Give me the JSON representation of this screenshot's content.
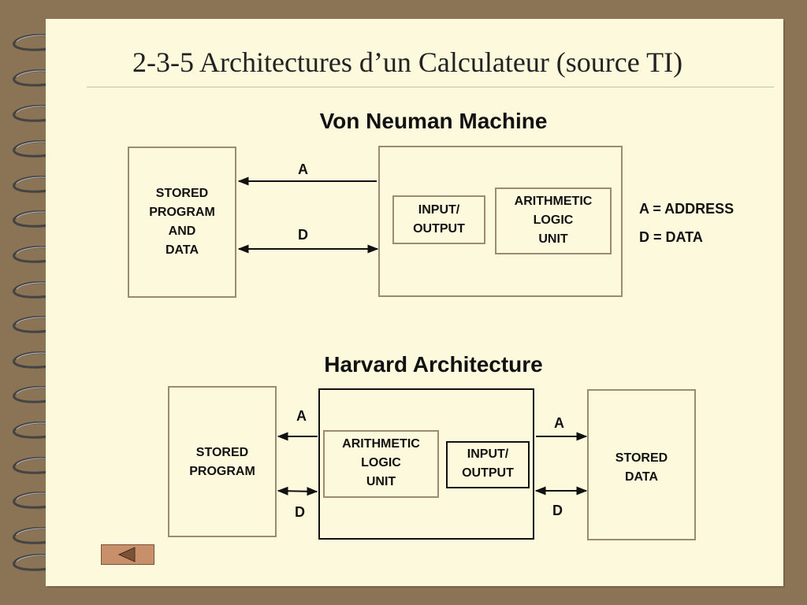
{
  "slide": {
    "title": "2-3-5  Architectures d’un Calculateur (source TI)"
  },
  "von_neuman": {
    "heading": "Von Neuman Machine",
    "memory_box": "STORED\nPROGRAM\nAND\nDATA",
    "io_box": "INPUT/\nOUTPUT",
    "alu_box": "ARITHMETIC\nLOGIC\nUNIT",
    "address_bus": "A",
    "data_bus": "D",
    "legend": [
      "A = ADDRESS",
      "D = DATA"
    ]
  },
  "harvard": {
    "heading": "Harvard Architecture",
    "program_box": "STORED\nPROGRAM",
    "alu_box": "ARITHMETIC\nLOGIC\nUNIT",
    "io_box": "INPUT/\nOUTPUT",
    "data_box": "STORED\nDATA",
    "left_address_bus": "A",
    "left_data_bus": "D",
    "right_address_bus": "A",
    "right_data_bus": "D"
  },
  "navigation": {
    "back_icon": "triangle-left-icon",
    "colors": {
      "button_fill": "#c8906a",
      "button_border": "#7a5238"
    }
  },
  "colors": {
    "background": "#8b7355",
    "page": "#fdf9dc",
    "box_border": "#9b8b72",
    "text": "#111111"
  }
}
